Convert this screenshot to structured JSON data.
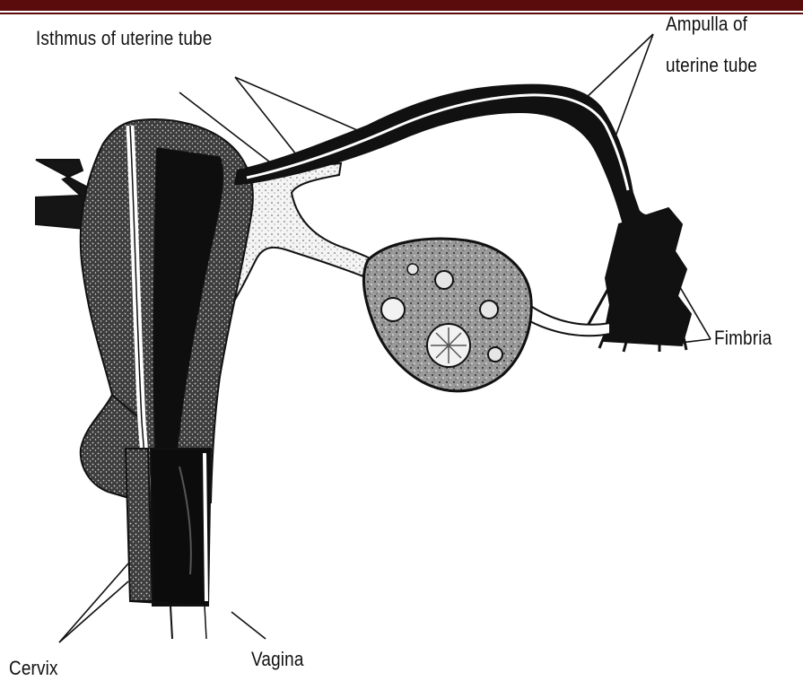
{
  "labels": {
    "isthmus": "Isthmus of uterine tube",
    "ampulla_line1": "Ampulla of",
    "ampulla_line2": "uterine tube",
    "fimbria": "Fimbria",
    "cervix": "Cervix",
    "vagina": "Vagina"
  },
  "colors": {
    "header_rule": "#5a0c0c",
    "ink": "#111111",
    "tissue_stipple": "#4a4a4a",
    "background": "#ffffff"
  }
}
